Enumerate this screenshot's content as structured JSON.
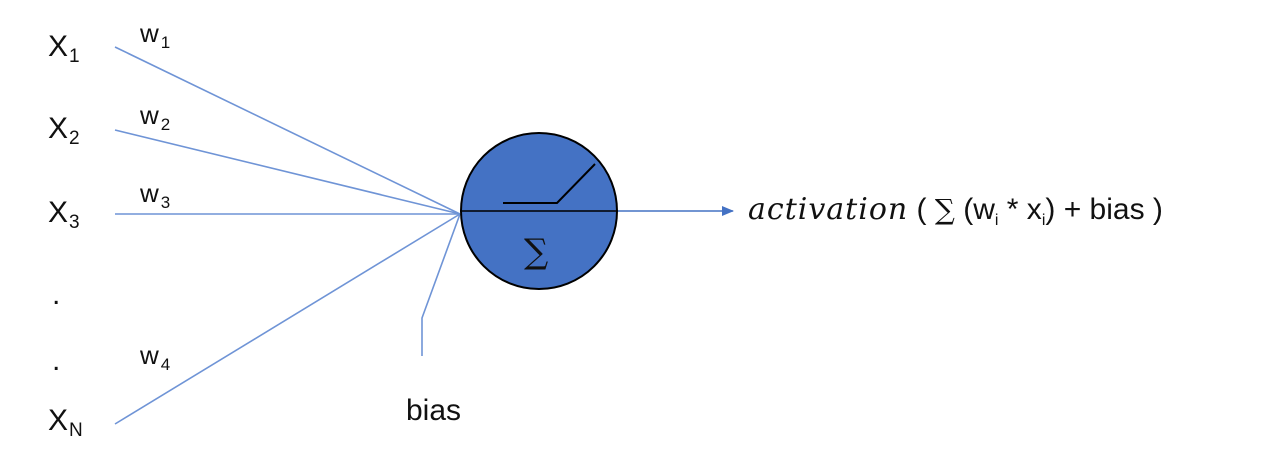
{
  "inputs": [
    {
      "base": "X",
      "sub": "1"
    },
    {
      "base": "X",
      "sub": "2"
    },
    {
      "base": "X",
      "sub": "3"
    },
    {
      "base": "X",
      "sub": "N"
    }
  ],
  "dots": [
    ".",
    "."
  ],
  "weights": [
    {
      "base": "w",
      "sub": "1"
    },
    {
      "base": "w",
      "sub": "2"
    },
    {
      "base": "w",
      "sub": "3"
    },
    {
      "base": "w",
      "sub": "4"
    }
  ],
  "bias_label": "bias",
  "neuron": {
    "symbol": "∑",
    "fill": "#4472C4",
    "stroke": "#000000"
  },
  "line_color": "#6F94D6",
  "output": {
    "function": "activation",
    "open": " ( ",
    "sum": "∑",
    "expr_a": " (w",
    "sub_i": "i",
    "expr_b": " * x",
    "sub_i2": "i",
    "expr_c": ") + bias )"
  }
}
